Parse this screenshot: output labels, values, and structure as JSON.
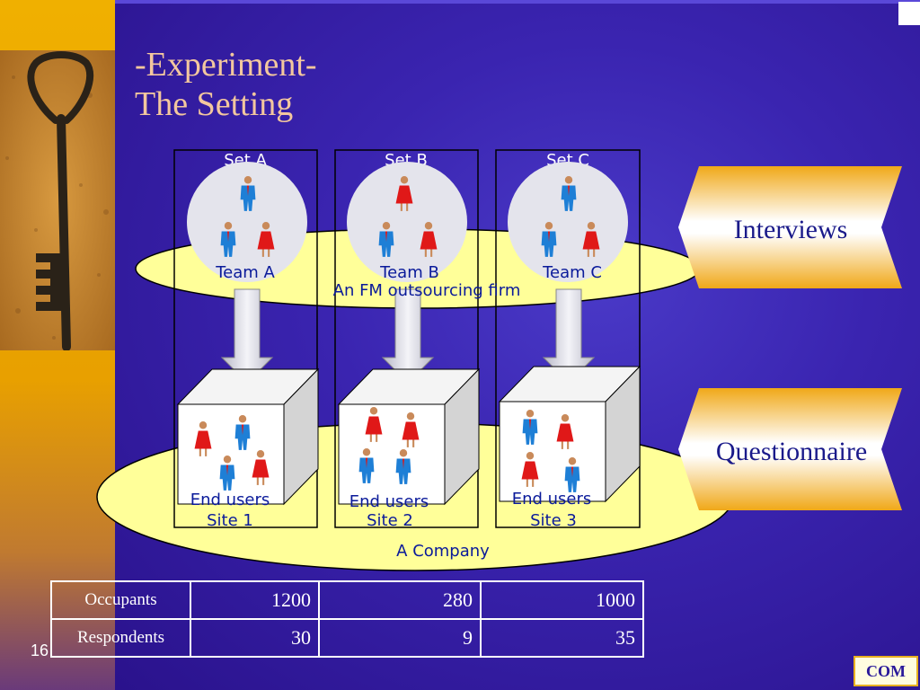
{
  "slide": {
    "title_line1": "-Experiment-",
    "title_line2": "The Setting",
    "slide_number": "16",
    "corner_label": "COM"
  },
  "diagram": {
    "sets": [
      {
        "set_label": "Set A",
        "team_label": "Team A",
        "end_users_label": "End users",
        "site_label": "Site 1"
      },
      {
        "set_label": "Set B",
        "team_label": "Team B",
        "end_users_label": "End users",
        "site_label": "Site 2"
      },
      {
        "set_label": "Set C",
        "team_label": "Team C",
        "end_users_label": "End users",
        "site_label": "Site 3"
      }
    ],
    "firm_label": "An FM outsourcing firm",
    "company_label": "A Company",
    "interviews_label": "Interviews",
    "questionnaire_label": "Questionnaire"
  },
  "table": {
    "rows": [
      {
        "label": "Occupants",
        "values": [
          "1200",
          "280",
          "1000"
        ]
      },
      {
        "label": "Respondents",
        "values": [
          "30",
          "9",
          "35"
        ]
      }
    ]
  },
  "colors": {
    "background": "#2e1696",
    "title": "#f3c79e",
    "ellipse": "#ffff99",
    "banner_gold": "#f0a818",
    "male_figure": "#1e7fd6",
    "female_figure": "#e01818"
  },
  "icons": [
    "key-image",
    "male-person-icon",
    "female-person-icon",
    "down-arrow-icon",
    "building-cube-icon"
  ]
}
